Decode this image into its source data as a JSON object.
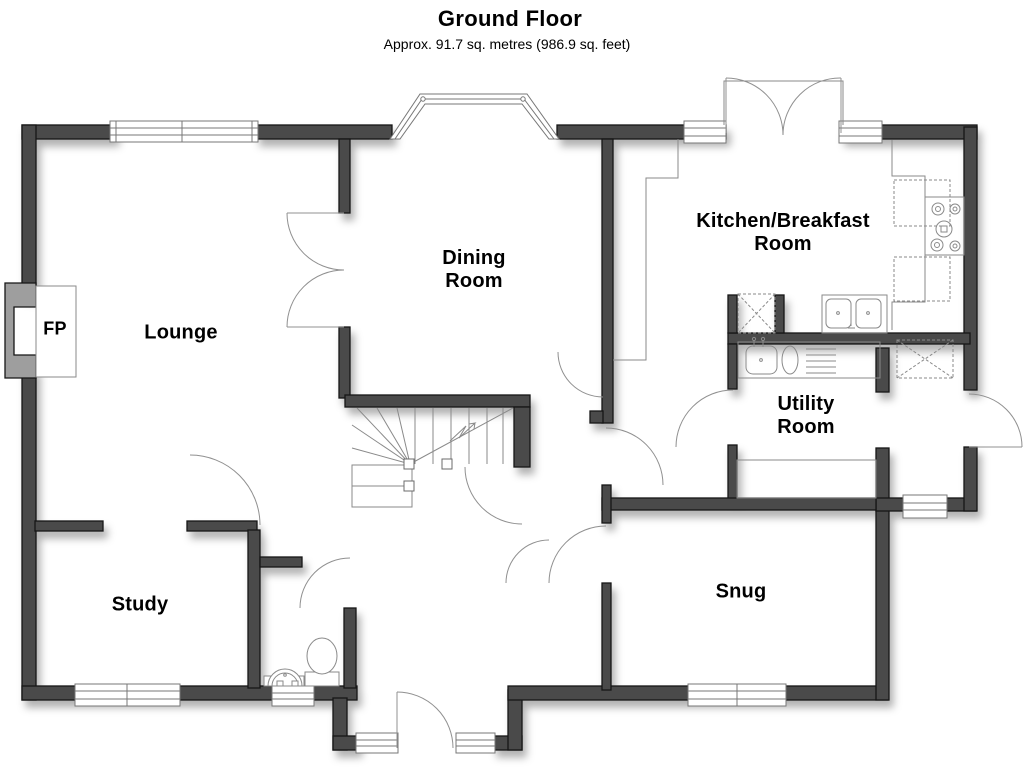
{
  "header": {
    "title": "Ground Floor",
    "subtitle": "Approx. 91.7 sq. metres (986.9 sq. feet)"
  },
  "rooms": {
    "lounge": "Lounge",
    "dining": "Dining\nRoom",
    "kitchen": "Kitchen/Breakfast\nRoom",
    "utility": "Utility\nRoom",
    "study": "Study",
    "snug": "Snug",
    "fireplace": "FP"
  },
  "colors": {
    "wall_fill": "#4a4a4a",
    "wall_outline": "#161616",
    "chimney_fill": "#9e9e9e",
    "thin_line": "#8a8a8a",
    "window_fill": "#ffffff",
    "text": "#000000",
    "background": "#ffffff"
  }
}
